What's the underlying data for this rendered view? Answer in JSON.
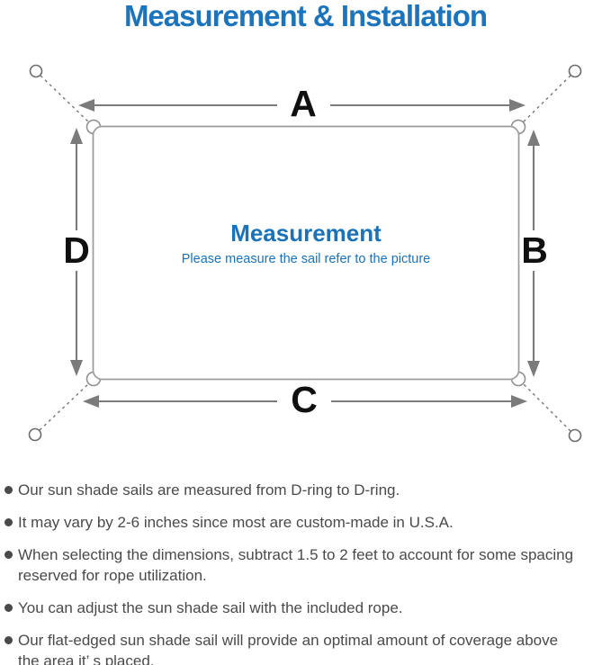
{
  "title": "Measurement & Installation",
  "diagram": {
    "labels": {
      "top": "A",
      "right": "B",
      "bottom": "C",
      "left": "D"
    },
    "center": {
      "heading": "Measurement",
      "subheading": "Please measure the sail refer to the picture"
    }
  },
  "notes": {
    "items": [
      {
        "lines": [
          "Our sun shade sails are measured from D-ring to D-ring."
        ]
      },
      {
        "lines": [
          "It may vary by 2-6 inches since most are custom-made in U.S.A."
        ]
      },
      {
        "lines": [
          "When selecting the dimensions, subtract 1.5 to 2 feet to account for some spacing",
          "reserved for rope utilization."
        ]
      },
      {
        "lines": [
          "You can adjust the sun shade sail with the included rope."
        ]
      },
      {
        "lines": [
          "Our flat-edged sun shade sail will provide an optimal amount of coverage above",
          "the area it’ s placed."
        ]
      }
    ]
  },
  "colors": {
    "title_blue": "#1b74bc",
    "center_blue": "#1a72b8",
    "note_gray": "#4a4a4a",
    "line_gray": "#7b7b7b",
    "label_black": "#101010"
  }
}
